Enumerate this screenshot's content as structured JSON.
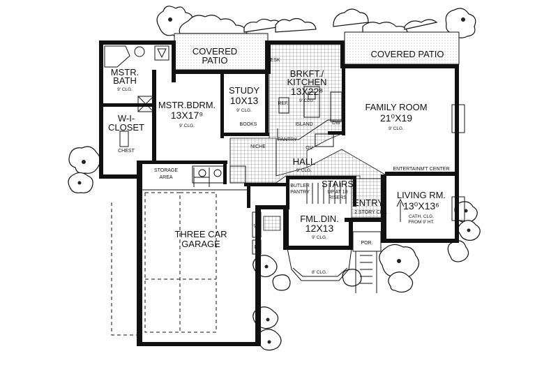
{
  "rooms": {
    "mstr_bath": {
      "name_1": "MSTR.",
      "name_2": "BATH",
      "clg": "9' CLG."
    },
    "covered_patio_left": {
      "name_1": "COVERED",
      "name_2": "PATIO"
    },
    "covered_patio_right": {
      "name": "COVERED PATIO"
    },
    "mstr_bdrm": {
      "name": "MSTR.BDRM.",
      "dim": "13X17⁹",
      "clg": "9' CLG."
    },
    "study": {
      "name": "STUDY",
      "dim": "10X13",
      "clg": "9' CLG."
    },
    "kitchen": {
      "name_1": "BRKFT./",
      "name_2": "KITCHEN",
      "dim": "13X22⁸",
      "clg": "9' CLG."
    },
    "family": {
      "name": "FAMILY ROOM",
      "dim": "21⁰X19",
      "clg": "9' CLG."
    },
    "closet": {
      "name_1": "W-I-",
      "name_2": "CLOSET",
      "chest": "CHEST"
    },
    "storage": {
      "name_1": "STORAGE",
      "name_2": "AREA"
    },
    "hall": {
      "name": "HALL",
      "clg": "9' CLG."
    },
    "garage": {
      "name_1": "THREE CAR",
      "name_2": "GARAGE"
    },
    "butler": {
      "name_1": "BUTLER",
      "name_2": "PANTRY"
    },
    "stairs": {
      "name": "STAIRS",
      "note_1": "UP AT 18",
      "note_2": "RISERS"
    },
    "entry": {
      "name": "ENTRY",
      "note": "2 STORY CLG."
    },
    "fml_din": {
      "name": "FML.DIN.",
      "dim": "12X13",
      "clg": "9' CLG.",
      "bay_clg": "8' CLG."
    },
    "living": {
      "name": "LIVING RM.",
      "dim": "13⁰X13⁶",
      "clg_1": "CATH. CLG.",
      "clg_2": "FROM 9' HT."
    },
    "porch": {
      "name": "POR."
    }
  },
  "labels": {
    "desk": "DESK",
    "ref": "REF.",
    "island": "ISLAND",
    "dw": "DW",
    "pantry": "PANTRY",
    "ov": "OV.",
    "books": "BOOKS",
    "niche": "NICHE",
    "entertainment": "ENTERTAINM'T CENTER",
    "washer": "W.",
    "dryer": "D."
  }
}
